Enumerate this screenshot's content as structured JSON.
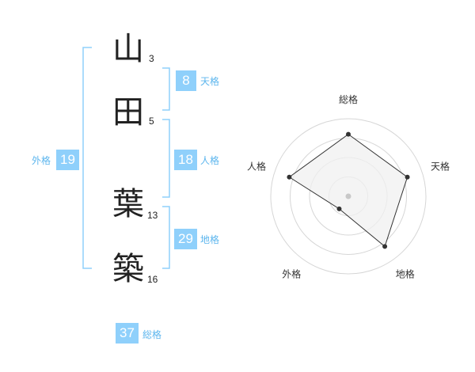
{
  "name": {
    "characters": [
      {
        "char": "山",
        "strokes": "3"
      },
      {
        "char": "田",
        "strokes": "5"
      },
      {
        "char": "葉",
        "strokes": "13"
      },
      {
        "char": "築",
        "strokes": "16"
      }
    ]
  },
  "kakusu": {
    "tenkaku": {
      "value": "8",
      "label": "天格"
    },
    "jinkaku": {
      "value": "18",
      "label": "人格"
    },
    "chikaku": {
      "value": "29",
      "label": "地格"
    },
    "gaikaku": {
      "value": "19",
      "label": "外格"
    },
    "soukaku": {
      "value": "37",
      "label": "総格"
    }
  },
  "colors": {
    "bracket": "#8fd0fb",
    "box": "#8fd0fb",
    "label": "#5db6ee",
    "radar_fill": "#f0f0f0",
    "radar_line": "#333333"
  },
  "chart_data": {
    "type": "radar",
    "axes": [
      "総格",
      "天格",
      "地格",
      "外格",
      "人格"
    ],
    "values": [
      4,
      4,
      4,
      1,
      4
    ],
    "rmax": 5,
    "rings": 4
  }
}
